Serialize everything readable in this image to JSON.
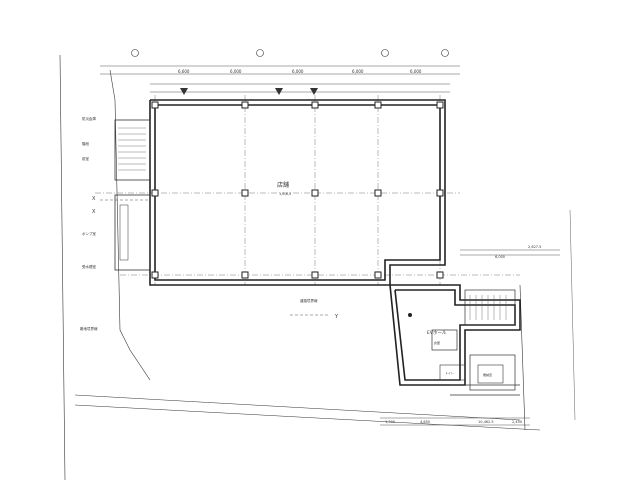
{
  "plan": {
    "main_room": {
      "name": "店舗",
      "sub": "1,6,6,5"
    },
    "stair_label": "EVホール",
    "left_notes": [
      "防災倉庫",
      "階段",
      "前室",
      "ポンプ室",
      "受水槽室"
    ],
    "bottom_notes": [
      "敷地境界線",
      "道路境界線"
    ],
    "top_dims": [
      "6,600",
      "6,000",
      "6,000",
      "6,000",
      "6,000"
    ],
    "bottom_dims": [
      "1,300",
      "4,650",
      "10,462.5",
      "2,450"
    ],
    "right_dims": [
      "2,627.5",
      "6,000"
    ],
    "axis_labels": [
      "X",
      "Y",
      "X"
    ],
    "small_rooms": [
      "倉庫",
      "機械室",
      "トイレ"
    ]
  }
}
